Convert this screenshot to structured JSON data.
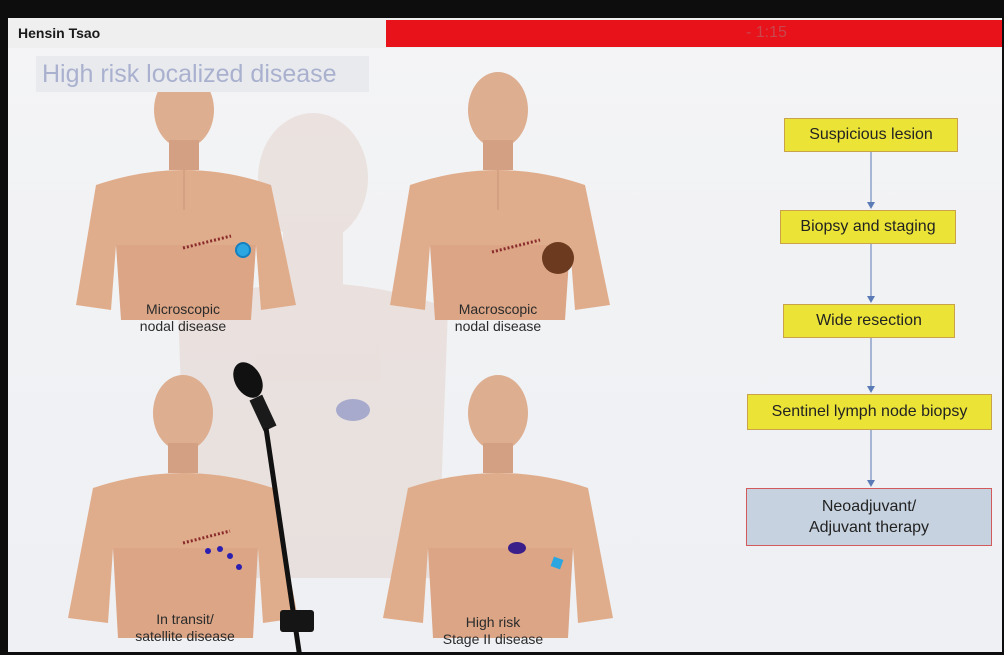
{
  "header": {
    "presenter_name": "Hensin Tsao",
    "timer": "- 1:15"
  },
  "slide": {
    "title": "High risk localized disease",
    "figures": [
      {
        "caption_line1": "Microscopic",
        "caption_line2": "nodal disease"
      },
      {
        "caption_line1": "Macroscopic",
        "caption_line2": "nodal disease"
      },
      {
        "caption_line1": "In transit/",
        "caption_line2": "satellite disease"
      },
      {
        "caption_line1": "High risk",
        "caption_line2": "Stage II disease"
      }
    ],
    "flowchart": {
      "steps": [
        "Suspicious lesion",
        "Biopsy and staging",
        "Wide resection",
        "Sentinel lymph node biopsy"
      ],
      "final_line1": "Neoadjuvant/",
      "final_line2": "Adjuvant therapy"
    }
  },
  "colors": {
    "timer_bar": "#e8121a",
    "flow_box_yellow": "#ebe437",
    "flow_box_final": "#c7d2e0",
    "skin": "#e0ad8c"
  }
}
